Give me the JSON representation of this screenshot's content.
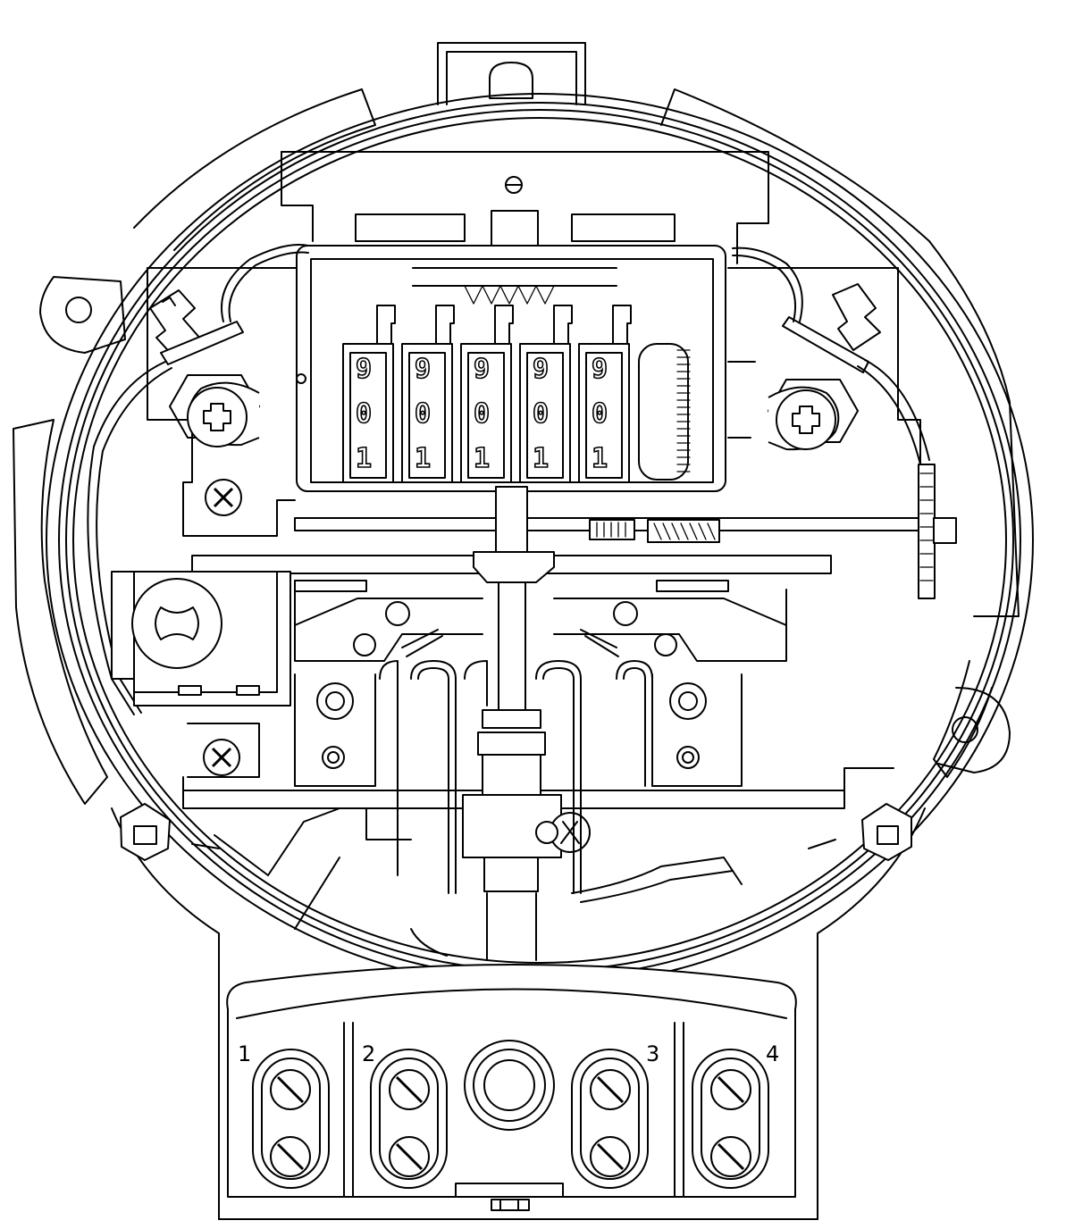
{
  "terminals": {
    "t1": "1",
    "t2": "2",
    "t3": "3",
    "t4": "4"
  },
  "register": {
    "dials": [
      {
        "top": "9",
        "mid": "0",
        "low": "1"
      },
      {
        "top": "9",
        "mid": "0",
        "low": "1"
      },
      {
        "top": "9",
        "mid": "0",
        "low": "1"
      },
      {
        "top": "9",
        "mid": "0",
        "low": "1"
      },
      {
        "top": "9",
        "mid": "0",
        "low": "1"
      }
    ]
  }
}
